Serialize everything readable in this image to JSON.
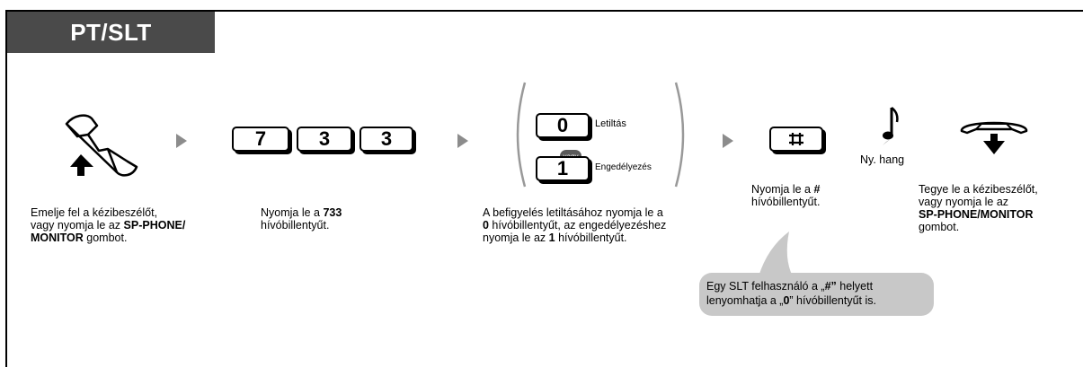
{
  "header": {
    "title": "PT/SLT"
  },
  "steps": {
    "lift": {
      "line1": "Emelje fel a kézibeszélőt,",
      "line2_pre": "vagy nyomja le az ",
      "line2_bold": "SP-PHONE/",
      "line3_bold": "MONITOR",
      "line3_post": " gombot."
    },
    "dial": {
      "keys": [
        "7",
        "3",
        "3"
      ],
      "line1_pre": "Nyomja le a ",
      "line1_bold": "733",
      "line2": "hívóbillentyűt."
    },
    "choice": {
      "key_off": "0",
      "label_off": "Letiltás",
      "or_label": "vagy",
      "key_on": "1",
      "label_on": "Engedélyezés",
      "line1": "A befigyelés letiltásához nyomja le a",
      "line2_bold": "0",
      "line2_post": " hívóbillentyűt, az engedélyezéshez",
      "line3_pre": "nyomja le az ",
      "line3_bold": "1",
      "line3_post": " hívóbillentyűt."
    },
    "hash": {
      "line1_pre": "Nyomja le a ",
      "line1_bold": "#",
      "line2": "hívóbillentyűt."
    },
    "tone": {
      "label": "Ny. hang"
    },
    "hangup": {
      "line1": "Tegye le a kézibeszélőt,",
      "line2": "vagy nyomja le az",
      "line3_bold": "SP-PHONE/MONITOR",
      "line4": "gombot."
    }
  },
  "callout": {
    "line1_pre": "Egy SLT felhasználó a „",
    "line1_bold": "#”",
    "line1_post": " helyett",
    "line2_pre": "lenyomhatja a „",
    "line2_bold": "0",
    "line2_post": "” hívóbillentyűt is."
  }
}
